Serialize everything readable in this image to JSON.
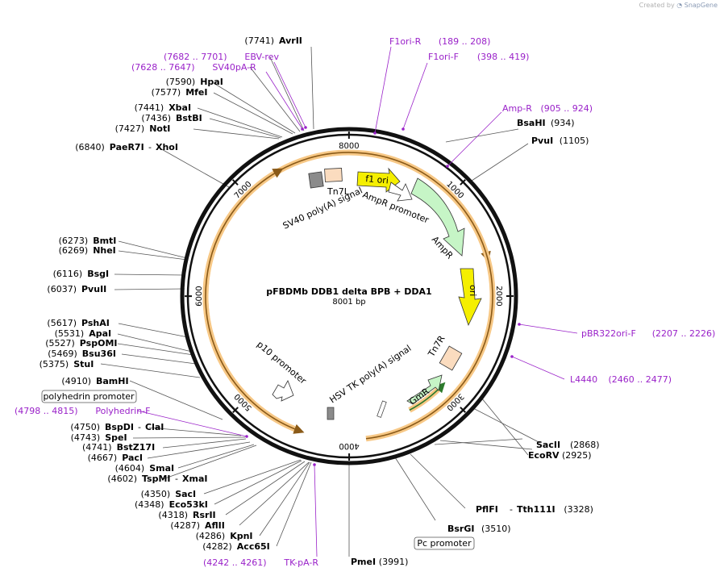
{
  "watermark": {
    "prefix": "Created by",
    "brand": "SnapGene"
  },
  "plasmid": {
    "name": "pFBDMb DDB1 delta BPB + DDA1",
    "length_text": "8001 bp",
    "length": 8001
  },
  "ticks": [
    {
      "label": "1000",
      "pos": 1000
    },
    {
      "label": "2000",
      "pos": 2000
    },
    {
      "label": "3000",
      "pos": 3000
    },
    {
      "label": "4000",
      "pos": 4000
    },
    {
      "label": "5000",
      "pos": 5000
    },
    {
      "label": "6000",
      "pos": 6000
    },
    {
      "label": "7000",
      "pos": 7000
    },
    {
      "label": "8000",
      "pos": 8000
    }
  ],
  "sites": [
    {
      "pos": 7741,
      "name": "AvrII"
    },
    {
      "pos": 7590,
      "name": "HpaI"
    },
    {
      "pos": 7577,
      "name": "MfeI"
    },
    {
      "pos": 7441,
      "name": "XbaI"
    },
    {
      "pos": 7436,
      "name": "BstBI"
    },
    {
      "pos": 7427,
      "name": "NotI"
    },
    {
      "pos": 6840,
      "name": "PaeR7I",
      "name2": "XhoI"
    },
    {
      "pos": 934,
      "name": "BsaHI"
    },
    {
      "pos": 1105,
      "name": "PvuI"
    },
    {
      "pos": 6273,
      "name": "BmtI"
    },
    {
      "pos": 6269,
      "name": "NheI"
    },
    {
      "pos": 6116,
      "name": "BsgI"
    },
    {
      "pos": 6037,
      "name": "PvuII"
    },
    {
      "pos": 5617,
      "name": "PshAI"
    },
    {
      "pos": 5531,
      "name": "ApaI"
    },
    {
      "pos": 5527,
      "name": "PspOMI"
    },
    {
      "pos": 5469,
      "name": "Bsu36I"
    },
    {
      "pos": 5375,
      "name": "StuI"
    },
    {
      "pos": 4910,
      "name": "BamHI"
    },
    {
      "pos": 4750,
      "name": "BspDI",
      "name2": "ClaI"
    },
    {
      "pos": 4743,
      "name": "SpeI"
    },
    {
      "pos": 4741,
      "name": "BstZ17I"
    },
    {
      "pos": 4667,
      "name": "PacI"
    },
    {
      "pos": 4604,
      "name": "SmaI"
    },
    {
      "pos": 4602,
      "name": "TspMI",
      "name2": "XmaI"
    },
    {
      "pos": 4350,
      "name": "SacI"
    },
    {
      "pos": 4348,
      "name": "Eco53kI"
    },
    {
      "pos": 4318,
      "name": "RsrII"
    },
    {
      "pos": 4287,
      "name": "AflII"
    },
    {
      "pos": 4286,
      "name": "KpnI"
    },
    {
      "pos": 4282,
      "name": "Acc65I"
    },
    {
      "pos": 2868,
      "name": "SacII"
    },
    {
      "pos": 2925,
      "name": "EcoRV"
    },
    {
      "pos": 3328,
      "name": "PflFI",
      "name2": "Tth111I"
    },
    {
      "pos": 3510,
      "name": "BsrGI"
    },
    {
      "pos": 3991,
      "name": "PmeI"
    }
  ],
  "primers": [
    {
      "range": "(7682 .. 7701)",
      "name": "EBV-rev"
    },
    {
      "range": "(7628 .. 7647)",
      "name": "SV40pA-R"
    },
    {
      "range": "(189 .. 208)",
      "name": "F1ori-R"
    },
    {
      "range": "(398 .. 419)",
      "name": "F1ori-F"
    },
    {
      "range": "(905 .. 924)",
      "name": "Amp-R"
    },
    {
      "range": "(2207 .. 2226)",
      "name": "pBR322ori-F"
    },
    {
      "range": "(2460 .. 2477)",
      "name": "L4440"
    },
    {
      "range": "(4798 .. 4815)",
      "name": "Polyhedrin-F"
    },
    {
      "range": "(4242 .. 4261)",
      "name": "TK-pA-R"
    }
  ],
  "boxed_labels": {
    "polyhedrin": "polyhedrin promoter",
    "pc": "Pc promoter"
  },
  "features": {
    "f1ori": "f1 ori",
    "tn7l": "Tn7L",
    "ampr_promoter": "AmpR promoter",
    "ampr": "AmpR",
    "sv40": "SV40 poly(A) signal",
    "ori": "ori",
    "tn7r": "Tn7R",
    "hsv": "HSV TK poly(A) signal",
    "gmr": "GmR",
    "p10": "p10 promoter"
  },
  "colors": {
    "primer": "#9a22c9",
    "orf_fill": "#f7c886",
    "orf_line": "#8a5a18",
    "f1ori": "#f5ef00",
    "amp": "#c6f5c6",
    "tn7": "#fbdcbf",
    "grey": "#8b8b8b"
  }
}
